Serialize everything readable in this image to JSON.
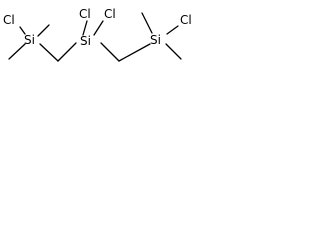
{
  "molecule": {
    "atoms": {
      "cl_left": "Cl",
      "si_left": "Si",
      "cl_center_1": "Cl",
      "cl_center_2": "Cl",
      "si_center": "Si",
      "si_right": "Si",
      "cl_right": "Cl"
    }
  },
  "colors": {
    "background": "#ffffff",
    "bond": "#000000",
    "label": "#000000"
  }
}
